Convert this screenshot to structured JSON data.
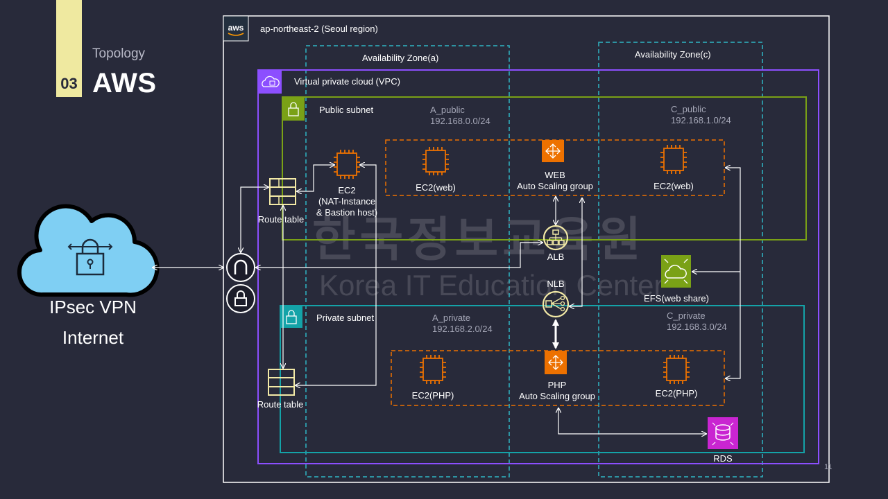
{
  "slide": {
    "section_number": "03",
    "section_kicker": "Topology",
    "section_title": "AWS",
    "page_number": "11"
  },
  "internet": {
    "title": "IPsec VPN",
    "subtitle": "Internet"
  },
  "watermark": {
    "korean": "한국정보교육원",
    "english": "Korea IT Education Center"
  },
  "region": {
    "label": "ap-northeast-2 (Seoul region)",
    "logo": "aws"
  },
  "zones": {
    "a": "Availability Zone(a)",
    "c": "Availability Zone(c)"
  },
  "vpc": {
    "label": "Virtual private cloud (VPC)"
  },
  "public_subnet": {
    "label": "Public subnet",
    "a_name": "A_public",
    "a_cidr": "192.168.0.0/24",
    "c_name": "C_public",
    "c_cidr": "192.168.1.0/24"
  },
  "private_subnet": {
    "label": "Private subnet",
    "a_name": "A_private",
    "a_cidr": "192.168.2.0/24",
    "c_name": "C_private",
    "c_cidr": "192.168.3.0/24"
  },
  "nodes": {
    "route_table_public": "Route table",
    "route_table_private": "Route table",
    "nat_line1": "EC2",
    "nat_line2": "(NAT-Instance",
    "nat_line3": "& Bastion host)",
    "ec2_web_a": "EC2(web)",
    "ec2_web_c": "EC2(web)",
    "web_asg_line1": "WEB",
    "web_asg_line2": "Auto Scaling group",
    "alb": "ALB",
    "nlb": "NLB",
    "efs": "EFS(web share)",
    "ec2_php_a": "EC2(PHP)",
    "ec2_php_c": "EC2(PHP)",
    "php_asg_line1": "PHP",
    "php_asg_line2": "Auto Scaling group",
    "rds": "RDS"
  },
  "colors": {
    "background": "#282a3a",
    "region_border": "#ffffff",
    "zone_border": "#2fb6c4",
    "vpc_border": "#8c4fff",
    "public_border": "#7aa116",
    "private_border": "#14a3a8",
    "asg_border": "#ed7100",
    "rds": "#c925d1",
    "efs": "#7aa116",
    "route_table": "#f3eaa6",
    "cloud": "#7fcff3",
    "accent": "#efe9a0"
  },
  "icons": {
    "cloud": "cloud-lock-icon",
    "igw": "internet-gateway-icon",
    "vgw": "vpn-gateway-icon",
    "ec2": "ec2-chip-icon",
    "asg": "auto-scaling-icon",
    "alb": "load-balancer-icon",
    "efs": "efs-icon",
    "rds": "rds-icon"
  }
}
